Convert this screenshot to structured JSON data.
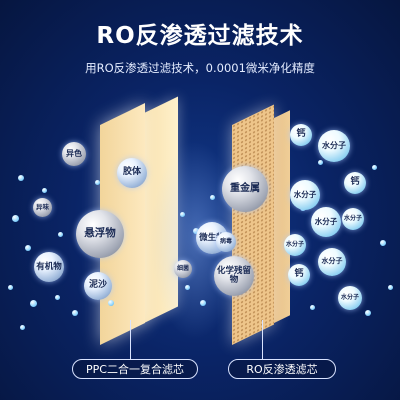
{
  "title": "RO反渗透过滤技术",
  "subtitle": "用RO反渗透过滤技术，0.0001微米净化精度",
  "labels": {
    "ppc": "PPC二合一复合滤芯",
    "ro": "RO反渗透滤芯"
  },
  "bubbles": {
    "yise": "异色",
    "jiaoti": "胶体",
    "yiwei": "异味",
    "xuanfuwu": "悬浮物",
    "youjiwu": "有机物",
    "nisha": "泥沙",
    "xijun": "细菌",
    "weishengwu": "微生物",
    "zhongjinshu": "重金属",
    "bingdu": "病毒",
    "huaxue": "化学残留物",
    "gai1": "钙",
    "shuifenzi1": "水分子",
    "gai2": "钙",
    "shuifenzi2": "水分子",
    "shuifenzi3": "水分子",
    "shuifenzi4": "水分子",
    "shuifenzi5": "水分子",
    "gai3": "钙",
    "shuifenzi6": "水分子",
    "shuifenzi7": "水分子"
  },
  "colors": {
    "background": "#0a2466",
    "ppc_panel": "#fde9bf",
    "ro_panel": "#eec58a",
    "title_text": "#ffffff"
  }
}
